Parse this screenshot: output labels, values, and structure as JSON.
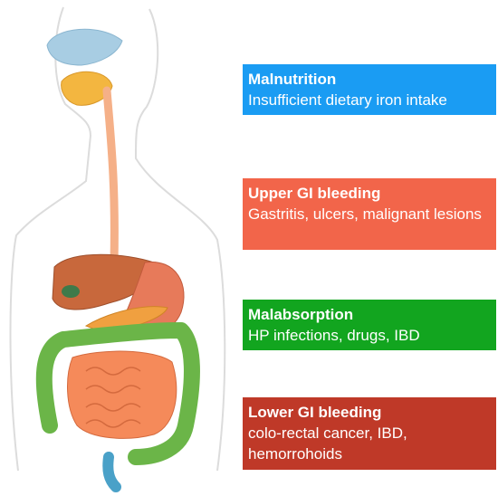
{
  "causes": [
    {
      "title": "Malnutrition",
      "description": "Insufficient dietary iron intake",
      "color": "#1a9cf3"
    },
    {
      "title": "Upper GI bleeding",
      "description": "Gastritis, ulcers, malignant lesions",
      "color": "#f2654a"
    },
    {
      "title": "Malabsorption",
      "description": "HP infections, drugs, IBD",
      "color": "#12a51f"
    },
    {
      "title": "Lower GI bleeding",
      "description": "colo-rectal cancer, IBD, hemorrohoids",
      "color": "#bf3928"
    }
  ],
  "illustration": {
    "subject": "human-digestive-system",
    "body_outline_color": "#dcdcdc",
    "organ_colors": {
      "liver": "#c8683c",
      "stomach": "#e77a5a",
      "pancreas": "#f0a040",
      "small_intestine": "#f58a5a",
      "large_intestine": "#6bb548",
      "esophagus": "#f5b088",
      "mouth": "#f3b640",
      "nasal_cavity": "#a8cde3",
      "rectum": "#4aa1c8"
    }
  }
}
